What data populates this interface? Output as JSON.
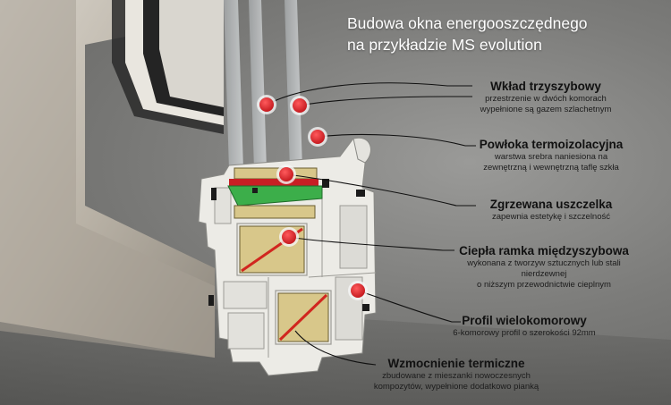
{
  "title": {
    "line1": "Budowa okna energooszczędnego",
    "line2": "na przykładzie MS evolution"
  },
  "labels": [
    {
      "heading": "Wkład trzyszybowy",
      "description": [
        "przestrzenie w dwóch komorach",
        "wypełnione są gazem szlachetnym"
      ]
    },
    {
      "heading": "Powłoka termoizolacyjna",
      "description": [
        "warstwa srebra naniesiona na",
        "zewnętrzną i wewnętrzną taflę szkła"
      ]
    },
    {
      "heading": "Zgrzewana uszczelka",
      "description": [
        "zapewnia estetykę i szczelność"
      ]
    },
    {
      "heading": "Ciepła ramka międzyszybowa",
      "description": [
        "wykonana z tworzyw sztucznych lub stali",
        "nierdzewnej",
        "o niższym przewodnictwie cieplnym"
      ]
    },
    {
      "heading": "Profil wielokomorowy",
      "description": [
        "6-komorowy profil o szerokości 92mm"
      ]
    },
    {
      "heading": "Wzmocnienie termiczne",
      "description": [
        "zbudowane z mieszanki nowoczesnych",
        "kompozytów, wypełnione dodatkowo pianką"
      ]
    }
  ],
  "colors": {
    "marker": "#e0262a",
    "seal_green": "#3cae4a",
    "insulation": "#d8c78a",
    "profile": "#ecebe6",
    "leader": "#111111"
  }
}
